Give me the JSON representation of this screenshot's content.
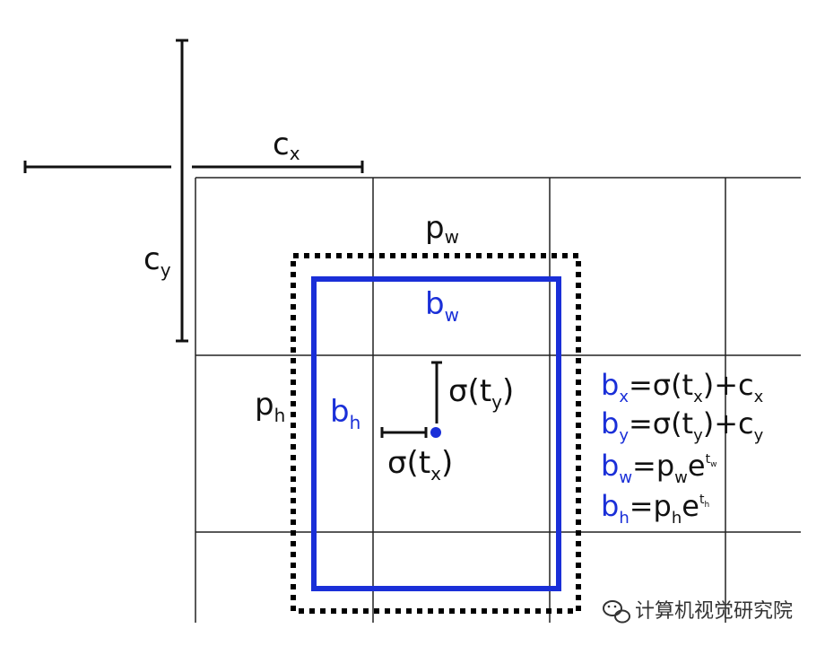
{
  "colors": {
    "text": "#111111",
    "grid": "#222222",
    "prior_box": "#000000",
    "bbox": "#1a2fd8",
    "center_dot": "#1a2fd8",
    "watermark": "#333333"
  },
  "labels": {
    "cx": {
      "main": "c",
      "sub": "x"
    },
    "cy": {
      "main": "c",
      "sub": "y"
    },
    "pw": {
      "main": "p",
      "sub": "w"
    },
    "ph": {
      "main": "p",
      "sub": "h"
    },
    "bw": {
      "main": "b",
      "sub": "w"
    },
    "bh": {
      "main": "b",
      "sub": "h"
    },
    "sigma_tx": {
      "pre": "σ(t",
      "sub": "x",
      "post": ")"
    },
    "sigma_ty": {
      "pre": "σ(t",
      "sub": "y",
      "post": ")"
    }
  },
  "equations": {
    "bx": {
      "lhs": "b",
      "lhs_sub": "x",
      "mid1": "=σ(t",
      "mid1_sub": "x",
      "mid2": ")+c",
      "mid2_sub": "x"
    },
    "by": {
      "lhs": "b",
      "lhs_sub": "y",
      "mid1": "=σ(t",
      "mid1_sub": "y",
      "mid2": ")+c",
      "mid2_sub": "y"
    },
    "bw": {
      "lhs": "b",
      "lhs_sub": "w",
      "rhs1": "=p",
      "rhs1_sub": "w",
      "rhs2": "e",
      "rhs2_sup": "t",
      "rhs2_supsub": "w"
    },
    "bh": {
      "lhs": "b",
      "lhs_sub": "h",
      "rhs1": "=p",
      "rhs1_sub": "h",
      "rhs2": "e",
      "rhs2_sup": "t",
      "rhs2_supsub": "h"
    }
  },
  "watermark": {
    "icon": "wechat-icon",
    "text": "计算机视觉研究院"
  }
}
